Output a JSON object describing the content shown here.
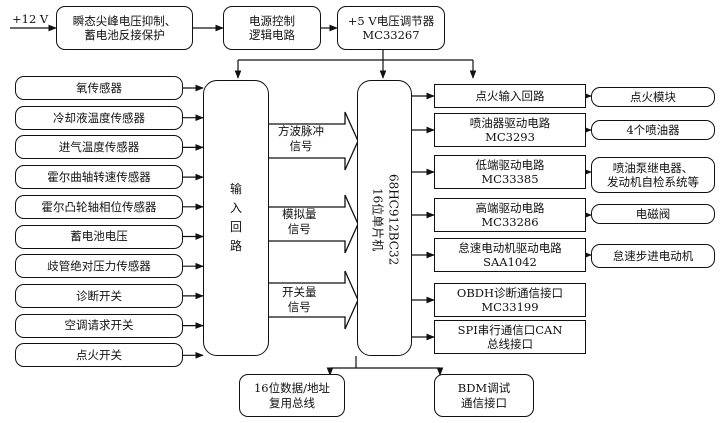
{
  "power": {
    "supply_label": "+12 V",
    "protect": [
      "瞬态尖峰电压抑制、",
      "蓄电池反接保护"
    ],
    "power_ctrl": [
      "电源控制",
      "逻辑电路"
    ],
    "regulator": [
      "+5 V电压调节器",
      "MC33267"
    ]
  },
  "inputs": [
    "氧传感器",
    "冷却液温度传感器",
    "进气温度传感器",
    "霍尔曲轴转速传感器",
    "霍尔凸轮轴相位传感器",
    "蓄电池电压",
    "歧管绝对压力传感器",
    "诊断开关",
    "空调请求开关",
    "点火开关"
  ],
  "input_loop": "输入回路",
  "signals": [
    [
      "方波脉冲",
      "信号"
    ],
    [
      "模拟量",
      "信号"
    ],
    [
      "开关量",
      "信号"
    ]
  ],
  "mcu": [
    "68HC912BC32",
    "16位单片机"
  ],
  "drivers": [
    [
      "点火输入回路"
    ],
    [
      "喷油器驱动电路",
      "MC3293"
    ],
    [
      "低端驱动电路",
      "MC33385"
    ],
    [
      "高端驱动电路",
      "MC33286"
    ],
    [
      "怠速电动机驱动电路",
      "SAA1042"
    ],
    [
      "OBDH诊断通信接口",
      "MC33199"
    ],
    [
      "SPI串行通信口CAN",
      "总线接口"
    ]
  ],
  "outputs": [
    [
      "点火模块"
    ],
    [
      "4个喷油器"
    ],
    [
      "喷油泵继电器、",
      "发动机自检系统等"
    ],
    [
      "电磁阀"
    ],
    [
      "怠速步进电动机"
    ]
  ],
  "bottom": [
    [
      "16位数据/地址",
      "复用总线"
    ],
    [
      "BDM调试",
      "通信接口"
    ]
  ]
}
